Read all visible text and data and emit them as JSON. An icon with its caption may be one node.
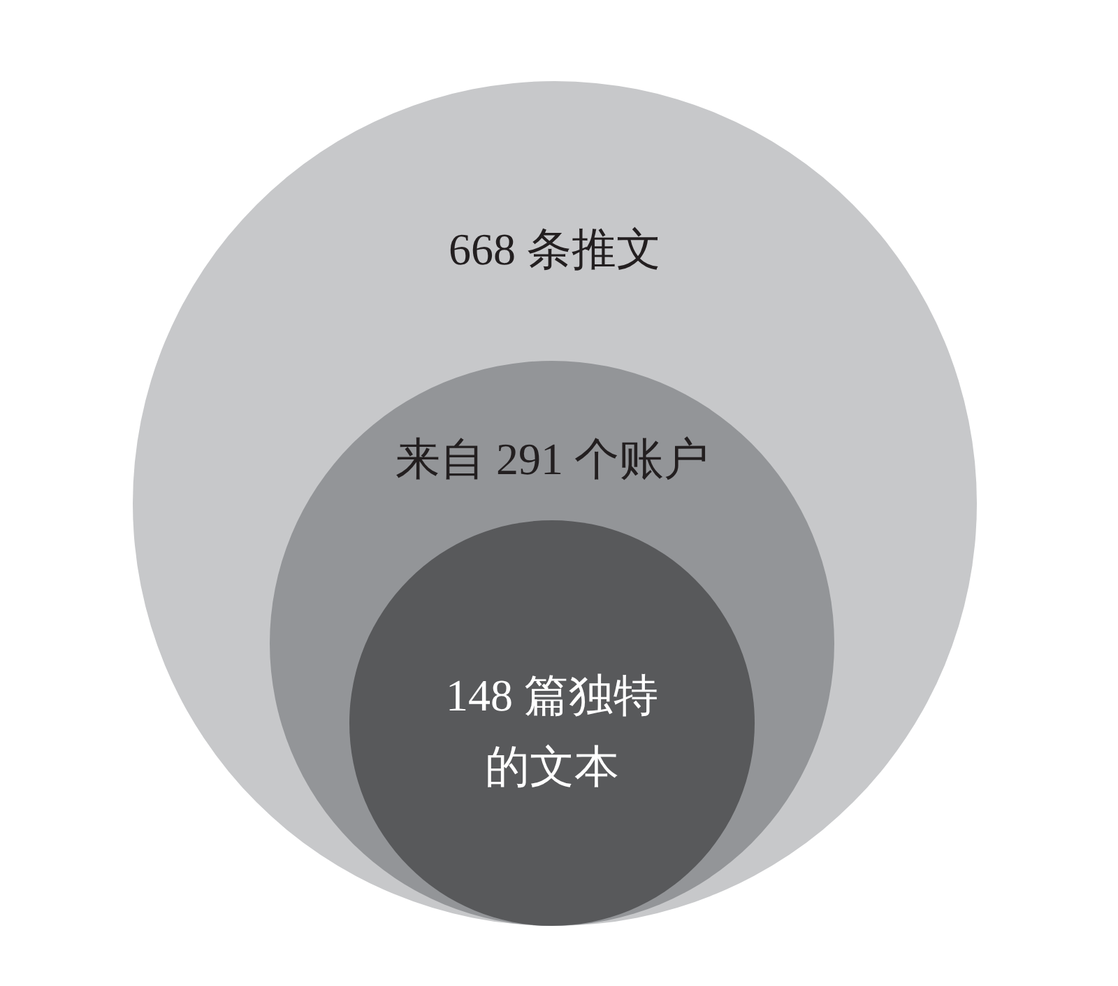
{
  "diagram": {
    "nodes": [
      {
        "text": [
          "668 条推文"
        ]
      },
      {
        "text": [
          "来自 291 个账户"
        ],
        "in": 0
      },
      {
        "text": [
          "148 篇独特的文本"
        ],
        "in": 1
      }
    ]
  }
}
